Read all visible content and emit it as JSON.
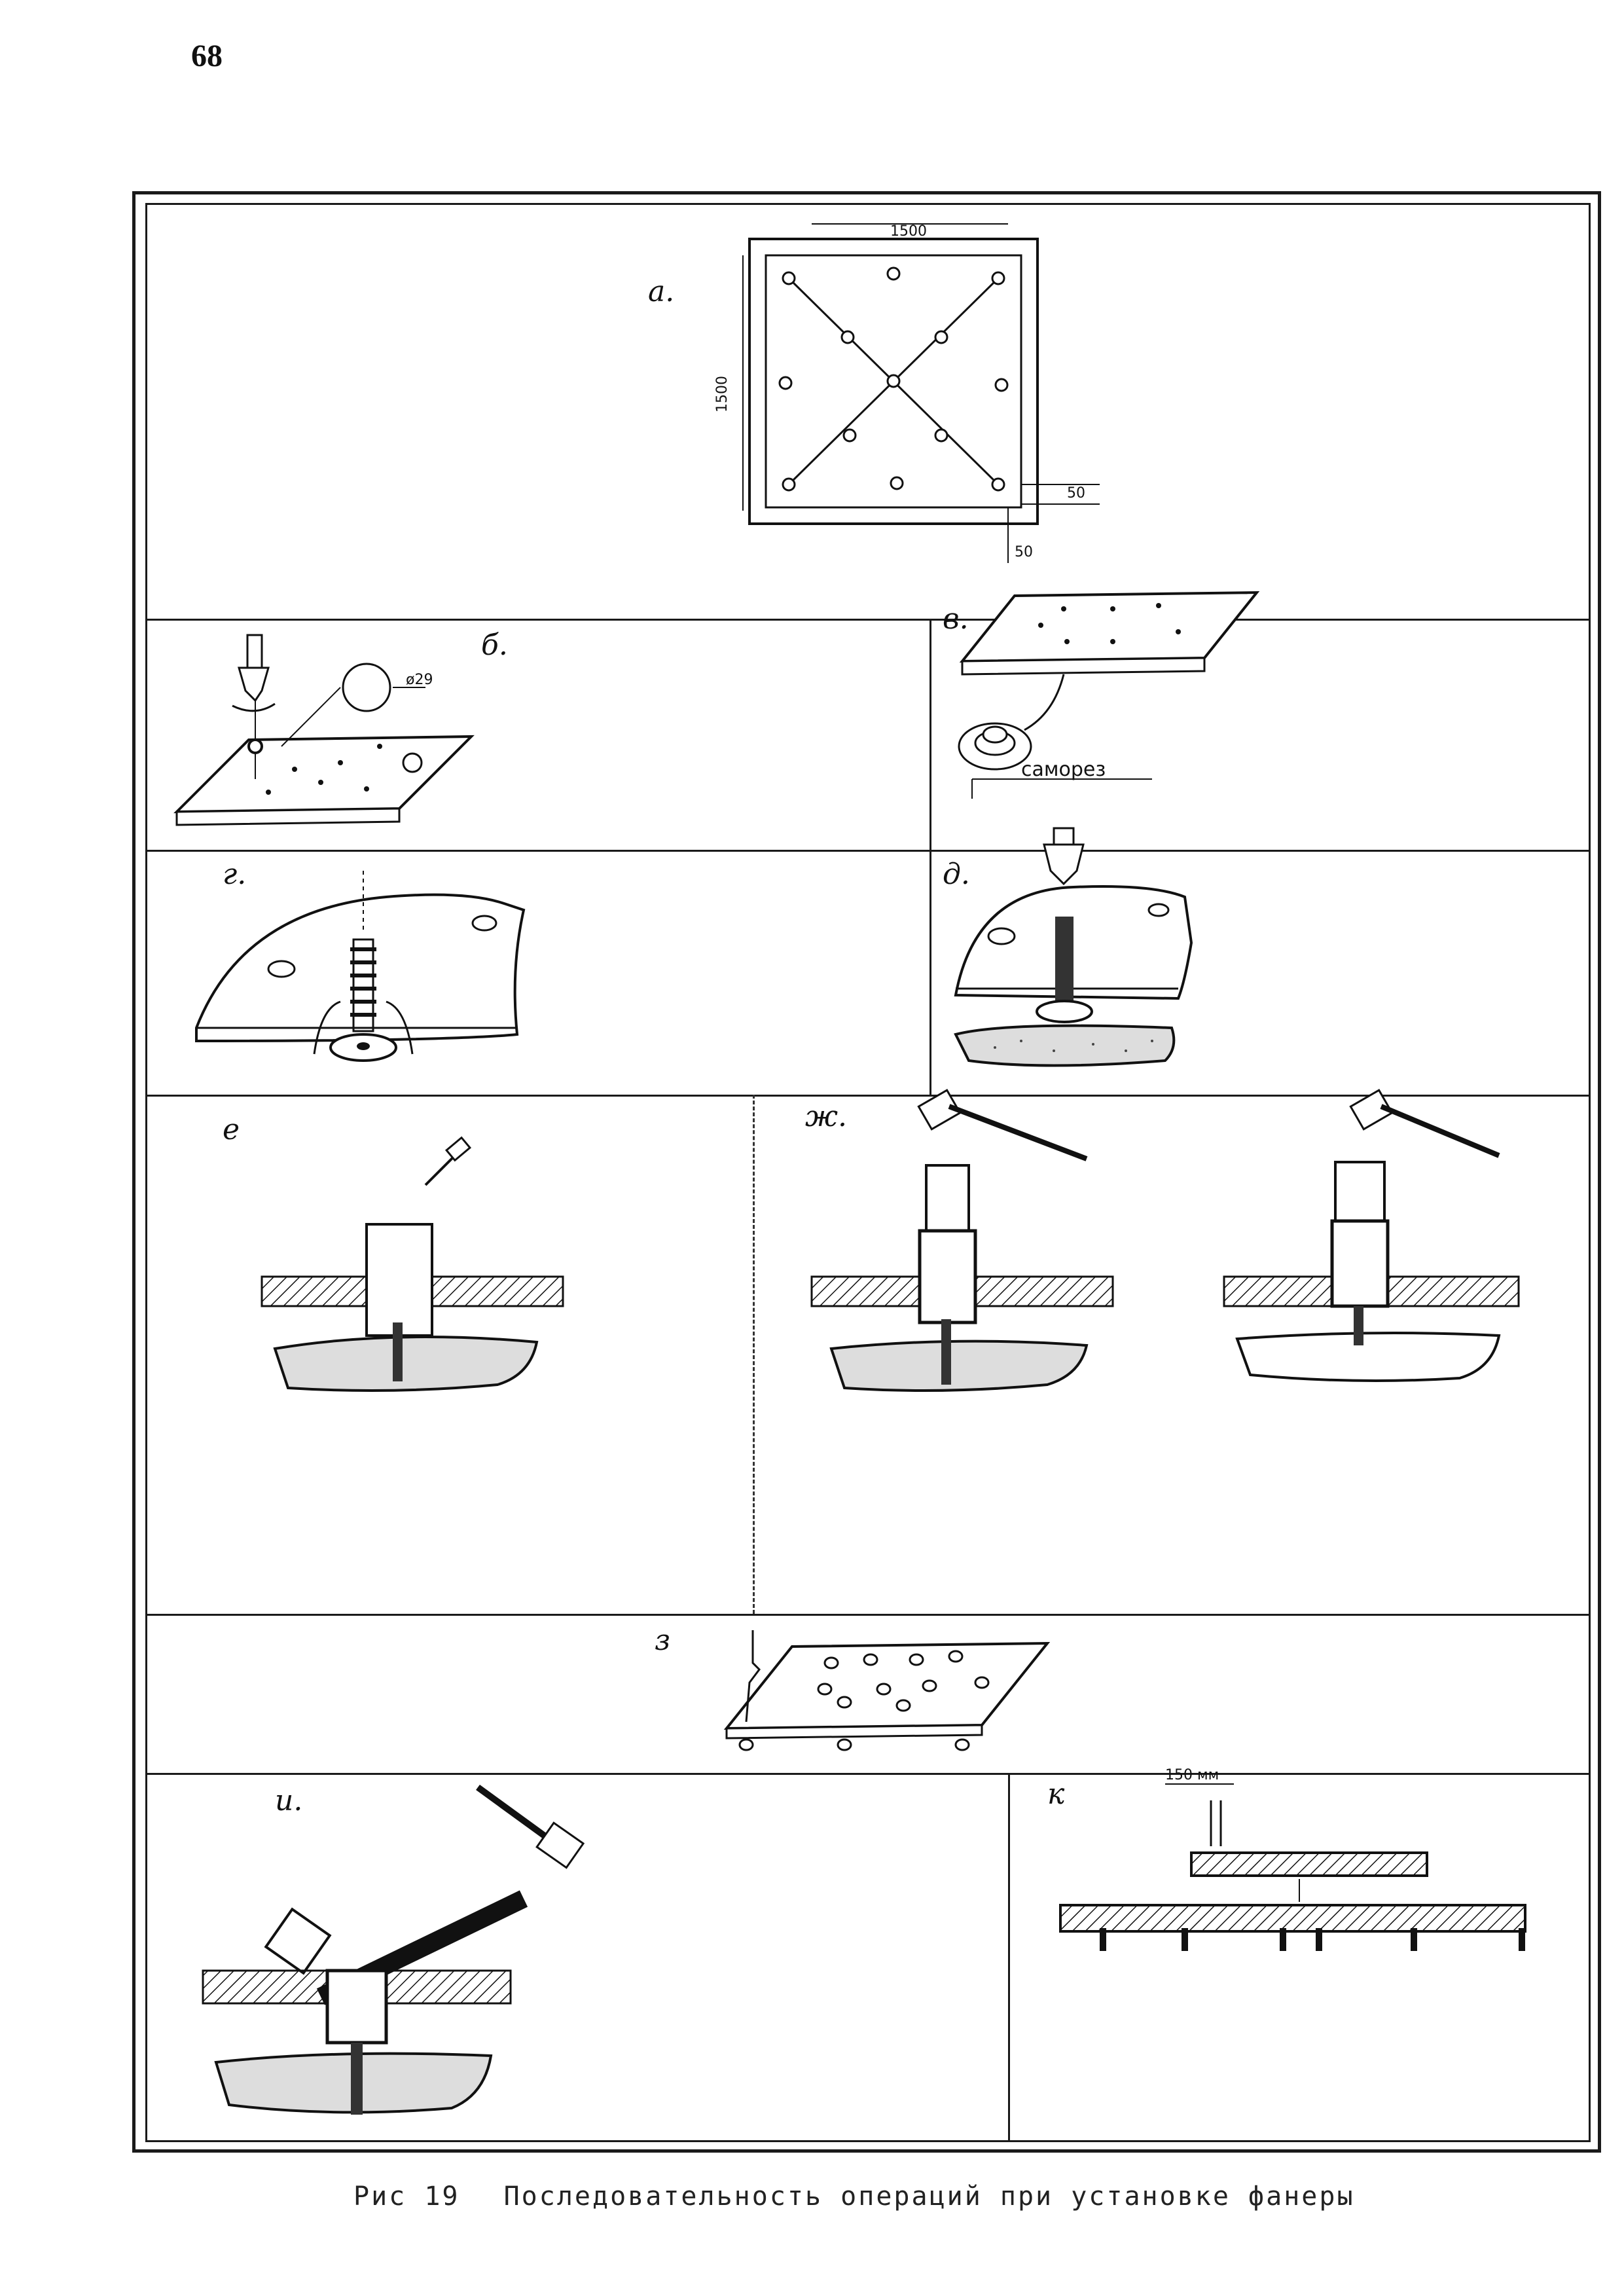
{
  "page_number": "68",
  "panels": {
    "a": {
      "label": "a.",
      "dim_top": "1500",
      "dim_left": "1500",
      "dim_right": "50",
      "dim_bottom": "50"
    },
    "b": {
      "label": "б.",
      "dim": "ø29"
    },
    "v": {
      "label": "в.",
      "callout": "саморез"
    },
    "g": {
      "label": "г."
    },
    "d": {
      "label": "д."
    },
    "e": {
      "label": "е"
    },
    "zh": {
      "label": "ж."
    },
    "z": {
      "label": "з"
    },
    "i": {
      "label": "и."
    },
    "k": {
      "label": "к",
      "dim": "150 мм"
    }
  },
  "caption": {
    "fig": "Рис 19",
    "text": "Последовательность операций при установке фанеры"
  }
}
